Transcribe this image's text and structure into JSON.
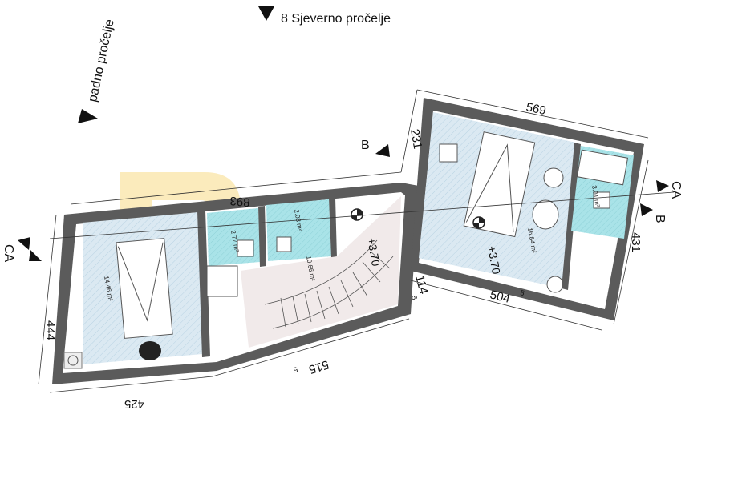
{
  "labels": {
    "north_facade": "8 Sjeverno pročelje",
    "west_facade": "padno pročelje",
    "section_b_top": "B",
    "section_b_right": "B",
    "section_ca_left": "CA",
    "section_ca_right": "CA"
  },
  "dimensions": {
    "top_right": "569",
    "left_wall": "444",
    "bottom_left": "425",
    "bottom_mid": "515",
    "bottom_mid_sup": "5",
    "right_wall": "431",
    "top_left": "893",
    "step_height": "231",
    "right_bottom": "504",
    "right_bottom_sup": "5",
    "small_dim": "114",
    "small_dim_sup": "5"
  },
  "areas": {
    "bedroom_left": "14.46 m²",
    "bath_left": "2.77 m²",
    "wc": "2.08 m²",
    "hall_stairs": "10.66 m²",
    "bedroom_right": "16.84 m²",
    "bath_right": "3.01 m²"
  },
  "levels": {
    "stairs": "+3.70",
    "right_room": "+3.70"
  },
  "colors": {
    "wall": "#5b5b5b",
    "room_fill": "#dbe9f2",
    "bath_fill": "#a9e3e8",
    "hall_fill": "#f1eaea",
    "watermark": "#f5c842"
  }
}
